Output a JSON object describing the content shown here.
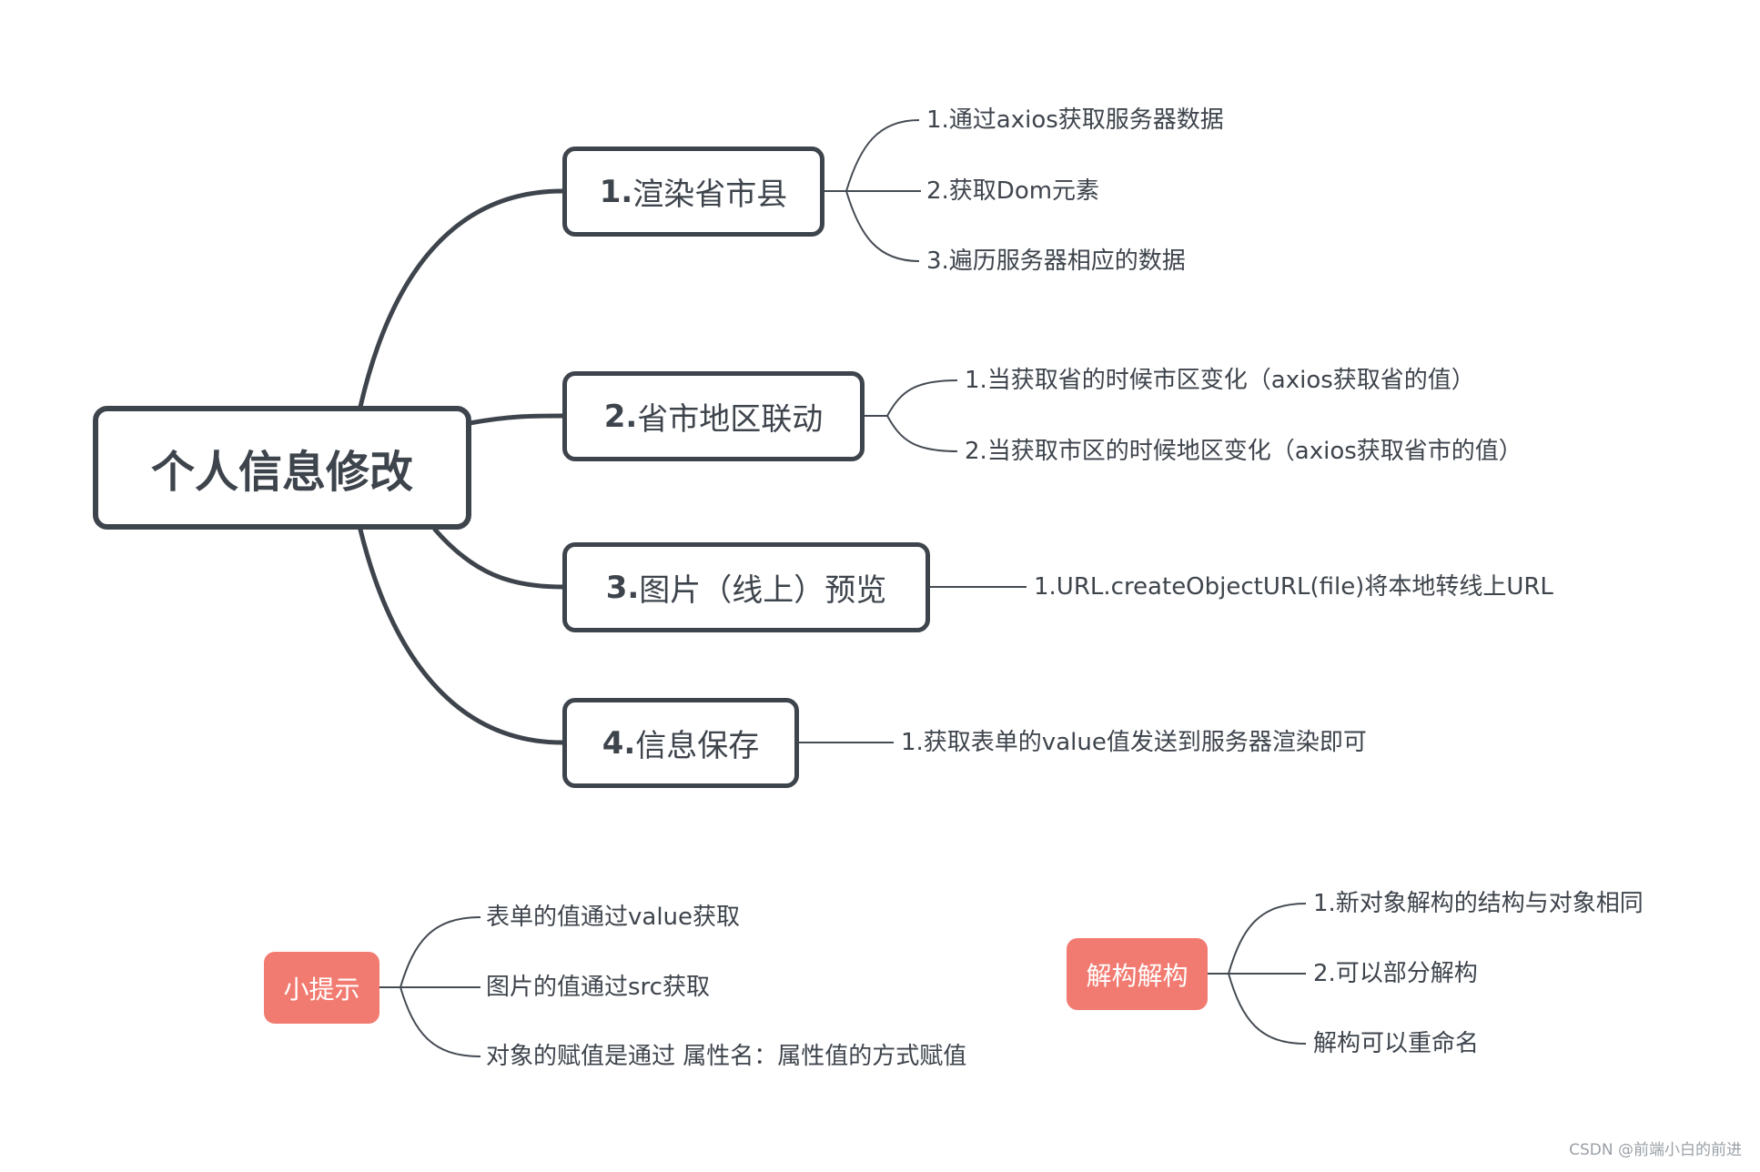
{
  "root": {
    "label": "个人信息修改"
  },
  "branches": [
    {
      "num": "1.",
      "label": "渲染省市县",
      "items": [
        "1.通过axios获取服务器数据",
        "2.获取Dom元素",
        "3.遍历服务器相应的数据"
      ]
    },
    {
      "num": "2.",
      "label": "省市地区联动",
      "items": [
        "1.当获取省的时候市区变化（axios获取省的值）",
        "2.当获取市区的时候地区变化（axios获取省市的值）"
      ]
    },
    {
      "num": "3.",
      "label": "图片（线上）预览",
      "items": [
        "1.URL.createObjectURL(file)将本地转线上URL"
      ]
    },
    {
      "num": "4.",
      "label": "信息保存",
      "items": [
        "1.获取表单的value值发送到服务器渲染即可"
      ]
    }
  ],
  "tips": {
    "label": "小提示",
    "items": [
      "表单的值通过value获取",
      "图片的值通过src获取",
      "对象的赋值是通过 属性名：属性值的方式赋值"
    ]
  },
  "destructure": {
    "label": "解构解构",
    "items": [
      "1.新对象解构的结构与对象相同",
      "2.可以部分解构",
      "解构可以重命名"
    ]
  },
  "watermark": "CSDN @前端小白的前进",
  "colors": {
    "line": "#3e444c",
    "accent": "#f27b71",
    "text": "#3e444c",
    "thin": "#454b53"
  }
}
